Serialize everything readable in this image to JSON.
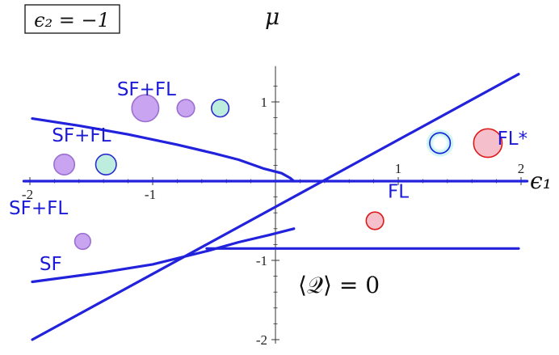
{
  "header_box": {
    "label": "ϵ₂ = −1"
  },
  "axes": {
    "x_label": "ϵ₁",
    "y_label": "μ",
    "x_ticks": [
      {
        "value": -2,
        "label": "-2"
      },
      {
        "value": -1,
        "label": "-1"
      },
      {
        "value": 1,
        "label": "1"
      },
      {
        "value": 2,
        "label": "2"
      }
    ],
    "y_ticks": [
      {
        "value": 1,
        "label": "1"
      },
      {
        "value": -1,
        "label": "-1"
      },
      {
        "value": -2,
        "label": "-2"
      }
    ],
    "x_range": [
      -2.05,
      2.05
    ],
    "y_range": [
      -2.05,
      1.35
    ]
  },
  "annotation": "⟨𝒬⟩ = 0",
  "regions": [
    {
      "label": "SF+FL",
      "at": [
        -1.05,
        1.08
      ]
    },
    {
      "label": "SF+FL",
      "at": [
        -1.58,
        0.5
      ]
    },
    {
      "label": "SF+FL",
      "at": [
        -1.93,
        -0.42
      ]
    },
    {
      "label": "SF",
      "at": [
        -1.83,
        -1.12
      ]
    },
    {
      "label": "FL",
      "at": [
        1.0,
        -0.21
      ]
    },
    {
      "label": "FL*",
      "at": [
        1.93,
        0.46
      ]
    }
  ],
  "curves": [
    {
      "name": "upper-branch",
      "points": [
        [
          -1.98,
          0.79
        ],
        [
          -1.6,
          0.7
        ],
        [
          -1.2,
          0.59
        ],
        [
          -0.8,
          0.46
        ],
        [
          -0.5,
          0.35
        ],
        [
          -0.3,
          0.27
        ],
        [
          -0.1,
          0.16
        ],
        [
          0.05,
          0.1
        ],
        [
          0.12,
          0.04
        ],
        [
          0.15,
          0.0
        ]
      ]
    },
    {
      "name": "diagonal",
      "points": [
        [
          -1.98,
          -2.0
        ],
        [
          1.98,
          1.35
        ]
      ]
    },
    {
      "name": "lower-left-branch",
      "points": [
        [
          -1.98,
          -1.27
        ],
        [
          -1.4,
          -1.15
        ],
        [
          -1.0,
          -1.05
        ],
        [
          -0.55,
          -0.88
        ],
        [
          -0.3,
          -0.77
        ],
        [
          -0.05,
          -0.68
        ],
        [
          0.15,
          -0.6
        ]
      ]
    },
    {
      "name": "fl-boundary",
      "points": [
        [
          -0.56,
          -0.85
        ],
        [
          1.98,
          -0.85
        ]
      ]
    },
    {
      "name": "zero-line",
      "points": [
        [
          -2.05,
          0.0
        ],
        [
          2.05,
          0.0
        ]
      ]
    }
  ],
  "circles": [
    {
      "region": "SF+FL",
      "at": [
        -1.06,
        0.92
      ],
      "r": 0.17,
      "fill": "#c9a4f0",
      "stroke": "#9b6fd0"
    },
    {
      "region": "SF+FL",
      "at": [
        -0.73,
        0.92
      ],
      "r": 0.11,
      "fill": "#c9a4f0",
      "stroke": "#9b6fd0"
    },
    {
      "region": "SF+FL",
      "at": [
        -0.45,
        0.92
      ],
      "r": 0.11,
      "fill": "#bdeedd",
      "stroke": "#2a2ad0"
    },
    {
      "region": "SF+FL",
      "at": [
        -1.72,
        0.21
      ],
      "r": 0.13,
      "fill": "#c9a4f0",
      "stroke": "#9b6fd0"
    },
    {
      "region": "SF+FL",
      "at": [
        -1.38,
        0.21
      ],
      "r": 0.13,
      "fill": "#bdeedd",
      "stroke": "#2a2ad0"
    },
    {
      "region": "SF+FL",
      "at": [
        -1.57,
        -0.76
      ],
      "r": 0.1,
      "fill": "#c9a4f0",
      "stroke": "#9b6fd0"
    },
    {
      "region": "FL",
      "at": [
        0.81,
        -0.5
      ],
      "r": 0.11,
      "fill": "#f5c0cc",
      "stroke": "#dd1a1a"
    },
    {
      "region": "FL*",
      "at": [
        1.34,
        0.48
      ],
      "r": 0.13,
      "fill": "#ffffff",
      "stroke": "#1a1ad8",
      "glow": "#a8ecec"
    },
    {
      "region": "FL*",
      "at": [
        1.73,
        0.48
      ],
      "r": 0.18,
      "fill": "#f5c0cc",
      "stroke": "#dd1a1a"
    }
  ],
  "colors": {
    "curve": "#2222dd",
    "axis": "#333333"
  }
}
